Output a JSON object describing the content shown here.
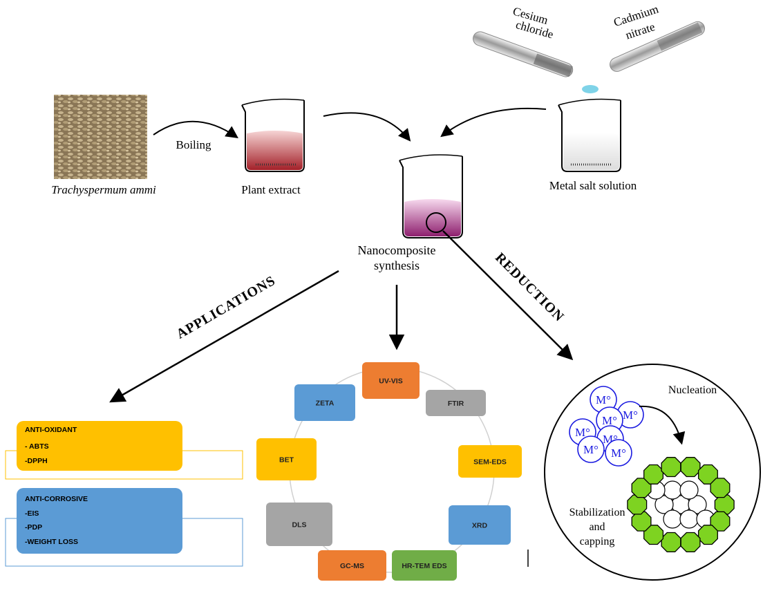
{
  "labels": {
    "plant_name": "Trachyspermum ammi",
    "boiling": "Boiling",
    "plant_extract": "Plant extract",
    "metal_salt": "Metal salt solution",
    "cesium": [
      "Cesium",
      "chloride"
    ],
    "cadmium": [
      "Cadmium",
      "nitrate"
    ],
    "nanocomposite": [
      "Nanocomposite",
      "synthesis"
    ],
    "applications": "APPLICATIONS",
    "reduction": "REDUCTION",
    "nucleation": "Nucleation",
    "stabilization": [
      "Stabilization",
      "and",
      "capping"
    ],
    "metal_atom": "M°"
  },
  "characterization": [
    {
      "label": "UV-VIS",
      "color": "#ed7d31"
    },
    {
      "label": "FTIR",
      "color": "#a5a5a5"
    },
    {
      "label": "SEM-EDS",
      "color": "#ffc000"
    },
    {
      "label": "XRD",
      "color": "#5b9bd5"
    },
    {
      "label": "HR-TEM EDS",
      "color": "#70ad47"
    },
    {
      "label": "GC-MS",
      "color": "#ed7d31"
    },
    {
      "label": "DLS",
      "color": "#a5a5a5"
    },
    {
      "label": "BET",
      "color": "#ffc000"
    },
    {
      "label": "ZETA",
      "color": "#5b9bd5"
    }
  ],
  "antioxidant": {
    "title": "ANTI-OXIDANT",
    "items": [
      "- ABTS",
      "-DPPH"
    ],
    "color": "#ffc000"
  },
  "anticorrosive": {
    "title": "ANTI-CORROSIVE",
    "items": [
      "-EIS",
      "-PDP",
      "-WEIGHT LOSS"
    ],
    "color": "#5b9bd5"
  }
}
